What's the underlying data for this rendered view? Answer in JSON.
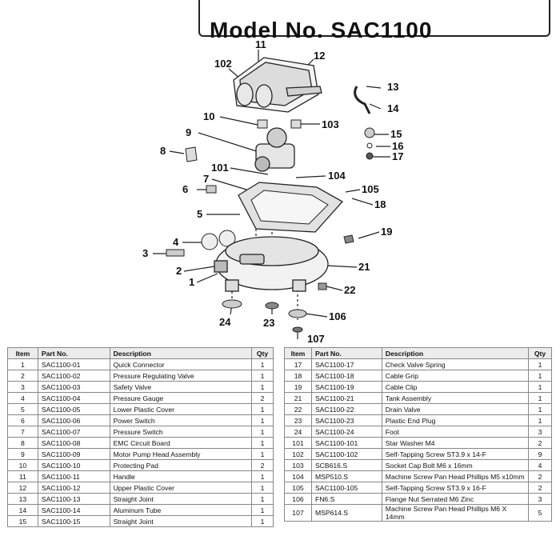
{
  "header": {
    "model_title": "Model No. SAC1100"
  },
  "callouts": [
    "11",
    "12",
    "102",
    "13",
    "14",
    "10",
    "103",
    "15",
    "16",
    "17",
    "9",
    "8",
    "101",
    "104",
    "7",
    "105",
    "6",
    "18",
    "5",
    "19",
    "4",
    "3",
    "21",
    "2",
    "1",
    "22",
    "24",
    "23",
    "106",
    "107"
  ],
  "table_headers": {
    "item": "Item",
    "part_no": "Part No.",
    "description": "Description",
    "qty": "Qty"
  },
  "left_rows": [
    {
      "item": "1",
      "part": "SAC1100-01",
      "desc": "Quick Connector",
      "qty": "1"
    },
    {
      "item": "2",
      "part": "SAC1100-02",
      "desc": "Pressure Regulating Valve",
      "qty": "1"
    },
    {
      "item": "3",
      "part": "SAC1100-03",
      "desc": "Safety Valve",
      "qty": "1"
    },
    {
      "item": "4",
      "part": "SAC1100-04",
      "desc": "Pressure Gauge",
      "qty": "2"
    },
    {
      "item": "5",
      "part": "SAC1100-05",
      "desc": "Lower Plastic Cover",
      "qty": "1"
    },
    {
      "item": "6",
      "part": "SAC1100-06",
      "desc": "Power Switch",
      "qty": "1"
    },
    {
      "item": "7",
      "part": "SAC1100-07",
      "desc": "Pressure Switch",
      "qty": "1"
    },
    {
      "item": "8",
      "part": "SAC1100-08",
      "desc": "EMC Circuit Board",
      "qty": "1"
    },
    {
      "item": "9",
      "part": "SAC1100-09",
      "desc": "Motor Pump Head Assembly",
      "qty": "1"
    },
    {
      "item": "10",
      "part": "SAC1100-10",
      "desc": "Protecting Pad",
      "qty": "2"
    },
    {
      "item": "11",
      "part": "SAC1100-11",
      "desc": "Handle",
      "qty": "1"
    },
    {
      "item": "12",
      "part": "SAC1100-12",
      "desc": "Upper Plastic Cover",
      "qty": "1"
    },
    {
      "item": "13",
      "part": "SAC1100-13",
      "desc": "Straight Joint",
      "qty": "1"
    },
    {
      "item": "14",
      "part": "SAC1100-14",
      "desc": "Aluminum Tube",
      "qty": "1"
    },
    {
      "item": "15",
      "part": "SAC1100-15",
      "desc": "Straight Joint",
      "qty": "1"
    }
  ],
  "right_rows": [
    {
      "item": "17",
      "part": "SAC1100-17",
      "desc": "Check Valve Spring",
      "qty": "1"
    },
    {
      "item": "18",
      "part": "SAC1100-18",
      "desc": "Cable Grip",
      "qty": "1"
    },
    {
      "item": "19",
      "part": "SAC1100-19",
      "desc": "Cable Clip",
      "qty": "1"
    },
    {
      "item": "21",
      "part": "SAC1100-21",
      "desc": "Tank Assembly",
      "qty": "1"
    },
    {
      "item": "22",
      "part": "SAC1100-22",
      "desc": "Drain Valve",
      "qty": "1"
    },
    {
      "item": "23",
      "part": "SAC1100-23",
      "desc": "Plastic End Plug",
      "qty": "1"
    },
    {
      "item": "24",
      "part": "SAC1100-24",
      "desc": "Foot",
      "qty": "3"
    },
    {
      "item": "101",
      "part": "SAC1100-101",
      "desc": "Star Washer M4",
      "qty": "2"
    },
    {
      "item": "102",
      "part": "SAC1100-102",
      "desc": "Self-Tapping Screw ST3.9 x 14-F",
      "qty": "9"
    },
    {
      "item": "103",
      "part": "SCB616.S",
      "desc": "Socket Cap Bolt M6 x 16mm",
      "qty": "4"
    },
    {
      "item": "104",
      "part": "MSP510.S",
      "desc": "Machine Screw Pan Head Phillips M5 x10mm",
      "qty": "2"
    },
    {
      "item": "105",
      "part": "SAC1100-105",
      "desc": "Self-Tapping Screw ST3.9 x 16-F",
      "qty": "2"
    },
    {
      "item": "106",
      "part": "FN6.S",
      "desc": "Flange Nut Serrated M6 Zinc",
      "qty": "3"
    },
    {
      "item": "107",
      "part": "MSP614.S",
      "desc": "Machine Screw Pan Head Phillips M6 X 14mm",
      "qty": "5"
    }
  ]
}
